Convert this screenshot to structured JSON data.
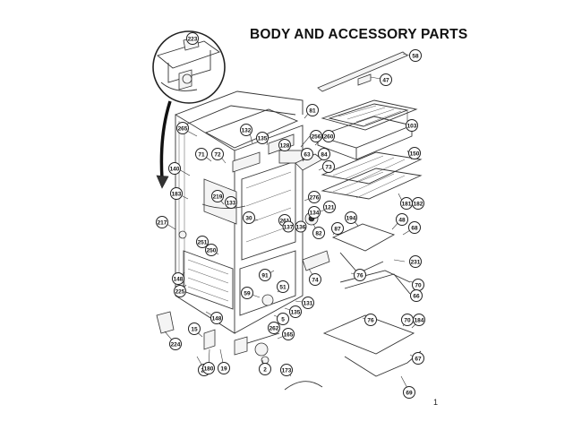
{
  "title": "BODY AND ACCESSORY PARTS",
  "page_number": "1",
  "callouts": [
    "223",
    "58",
    "47",
    "81",
    "103",
    "132",
    "135",
    "128",
    "256",
    "260",
    "265",
    "63",
    "84",
    "71",
    "72",
    "73",
    "150",
    "140",
    "219",
    "183",
    "276",
    "181",
    "182",
    "133",
    "30",
    "134",
    "121",
    "261",
    "137",
    "136",
    "194",
    "48",
    "68",
    "82",
    "87",
    "217",
    "251",
    "250",
    "231",
    "91",
    "70",
    "74",
    "76",
    "66",
    "148",
    "225",
    "59",
    "51",
    "131",
    "135",
    "5",
    "262",
    "165",
    "148",
    "15",
    "224",
    "19",
    "2",
    "28",
    "180",
    "173",
    "76",
    "70",
    "184",
    "67",
    "69"
  ]
}
